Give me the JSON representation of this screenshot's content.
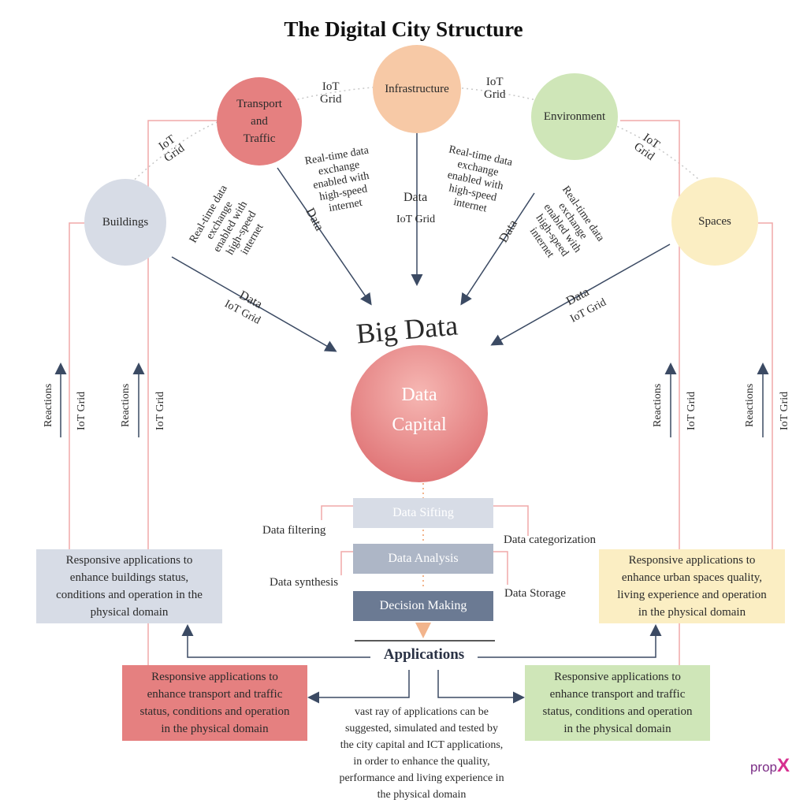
{
  "title": "The Digital City Structure",
  "nodes": {
    "buildings": "Buildings",
    "transport": "Transport\nand\nTraffic",
    "infrastructure": "Infrastructure",
    "environment": "Environment",
    "spaces": "Spaces"
  },
  "grid_labels": {
    "iot_grid": "IoT\nGrid",
    "data": "Data",
    "data_iot_grid": "IoT Grid"
  },
  "realtime_text": "Real-time data\nexchange\nenabled with\nhigh-speed\ninternet",
  "big_data": "Big Data",
  "data_capital": "Data\nCapital",
  "stages": {
    "sifting": "Data Sifting",
    "analysis": "Data Analysis",
    "decision": "Decision Making"
  },
  "side_labels": {
    "filtering": "Data filtering",
    "categorization": "Data categorization",
    "synthesis": "Data synthesis",
    "storage": "Data Storage"
  },
  "vertical_labels": {
    "reactions": "Reactions",
    "iot_grid": "IoT Grid"
  },
  "applications": "Applications",
  "applications_desc": "vast ray of applications can be\nsuggested, simulated and tested by\nthe city capital and ICT applications,\nin order to enhance the quality,\nperformance and living experience in\nthe physical domain",
  "boxes": {
    "buildings": "Responsive applications to\nenhance buildings status,\nconditions and operation in the\nphysical domain",
    "spaces": "Responsive applications to\nenhance urban spaces quality,\nliving experience and operation\nin the physical domain",
    "transport_red": "Responsive applications to\nenhance transport and traffic\nstatus, conditions and operation\nin the physical domain",
    "transport_green": "Responsive applications to\nenhance transport and traffic\nstatus, conditions and operation\nin the physical domain"
  },
  "brand": {
    "prefix": "prop",
    "mark": "X"
  },
  "colors": {
    "buildings": "#d7dce6",
    "transport": "#e58080",
    "infrastructure": "#f7c9a6",
    "environment": "#cfe6b8",
    "spaces": "#fbeec3",
    "stage_light": "#d7dce6",
    "stage_mid": "#adb6c6",
    "stage_dark": "#6b7a93",
    "arrow": "#3b4a63",
    "link": "#f0a9a9"
  }
}
